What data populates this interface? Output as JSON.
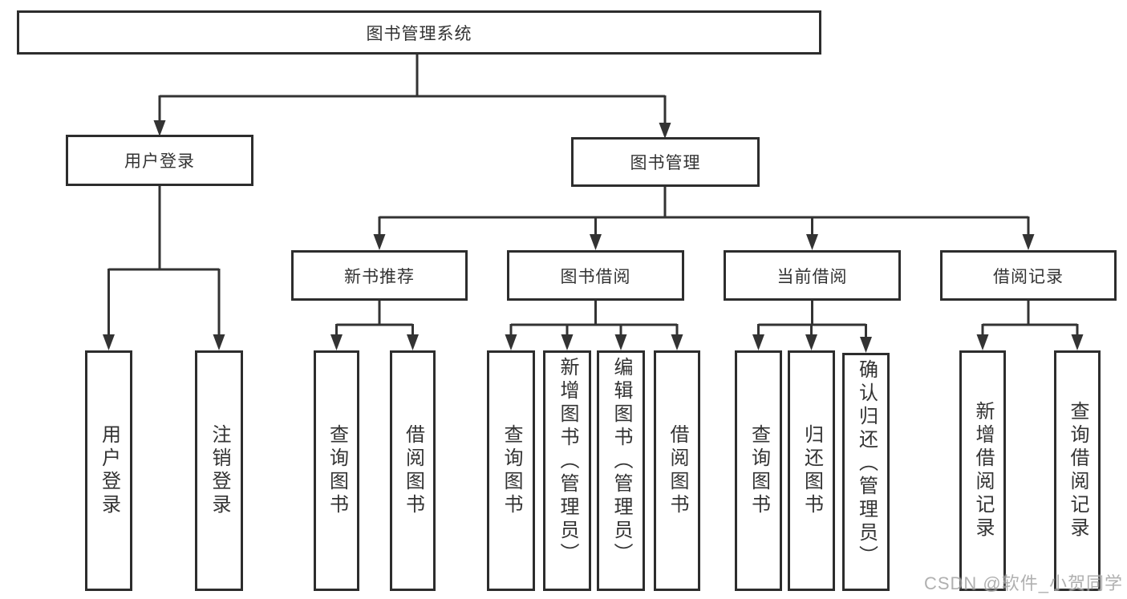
{
  "diagram": {
    "type": "function-structure-tree",
    "tree": {
      "label": "图书管理系统",
      "children": [
        {
          "label": "用户登录",
          "children": [
            {
              "label": "用户登录"
            },
            {
              "label": "注销登录"
            }
          ]
        },
        {
          "label": "图书管理",
          "children": [
            {
              "label": "新书推荐",
              "children": [
                {
                  "label": "查询图书"
                },
                {
                  "label": "借阅图书"
                }
              ]
            },
            {
              "label": "图书借阅",
              "children": [
                {
                  "label": "查询图书"
                },
                {
                  "label": "新增图书（管理员）"
                },
                {
                  "label": "编辑图书（管理员）"
                },
                {
                  "label": "借阅图书"
                }
              ]
            },
            {
              "label": "当前借阅",
              "children": [
                {
                  "label": "查询图书"
                },
                {
                  "label": "归还图书"
                },
                {
                  "label": "确认归还（管理员）"
                }
              ]
            },
            {
              "label": "借阅记录",
              "children": [
                {
                  "label": "新增借阅记录"
                },
                {
                  "label": "查询借阅记录"
                }
              ]
            }
          ]
        }
      ]
    },
    "colors": {
      "line": "#333333",
      "box_border": "#2d2d2d",
      "box_fill": "#ffffff",
      "text": "#333333",
      "watermark": "#a3a3a3"
    }
  },
  "watermark": {
    "text": "CSDN @软件_小贺同学"
  }
}
